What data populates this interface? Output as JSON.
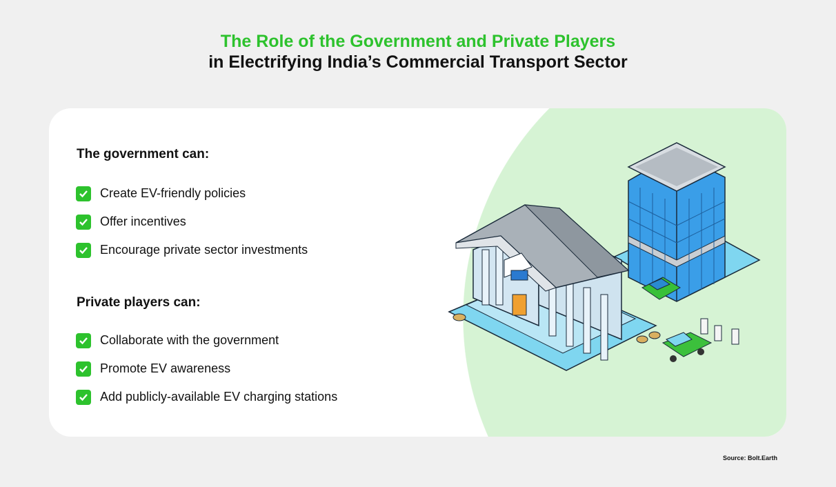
{
  "title": {
    "line1": "The Role of the Government and Private Players",
    "line2": "in Electrifying India’s Commercial Transport Sector"
  },
  "government": {
    "heading": "The government can:",
    "items": [
      "Create EV-friendly policies",
      "Offer incentives",
      "Encourage private sector investments"
    ]
  },
  "private": {
    "heading": "Private players can:",
    "items": [
      "Collaborate with the government",
      "Promote EV awareness",
      "Add publicly-available EV charging stations"
    ]
  },
  "icons": {
    "check": "check-icon"
  },
  "colors": {
    "accent": "#2dc22d",
    "blob": "#d6f3d4",
    "background": "#f0f0f0"
  },
  "source": "Source: Bolt.Earth"
}
